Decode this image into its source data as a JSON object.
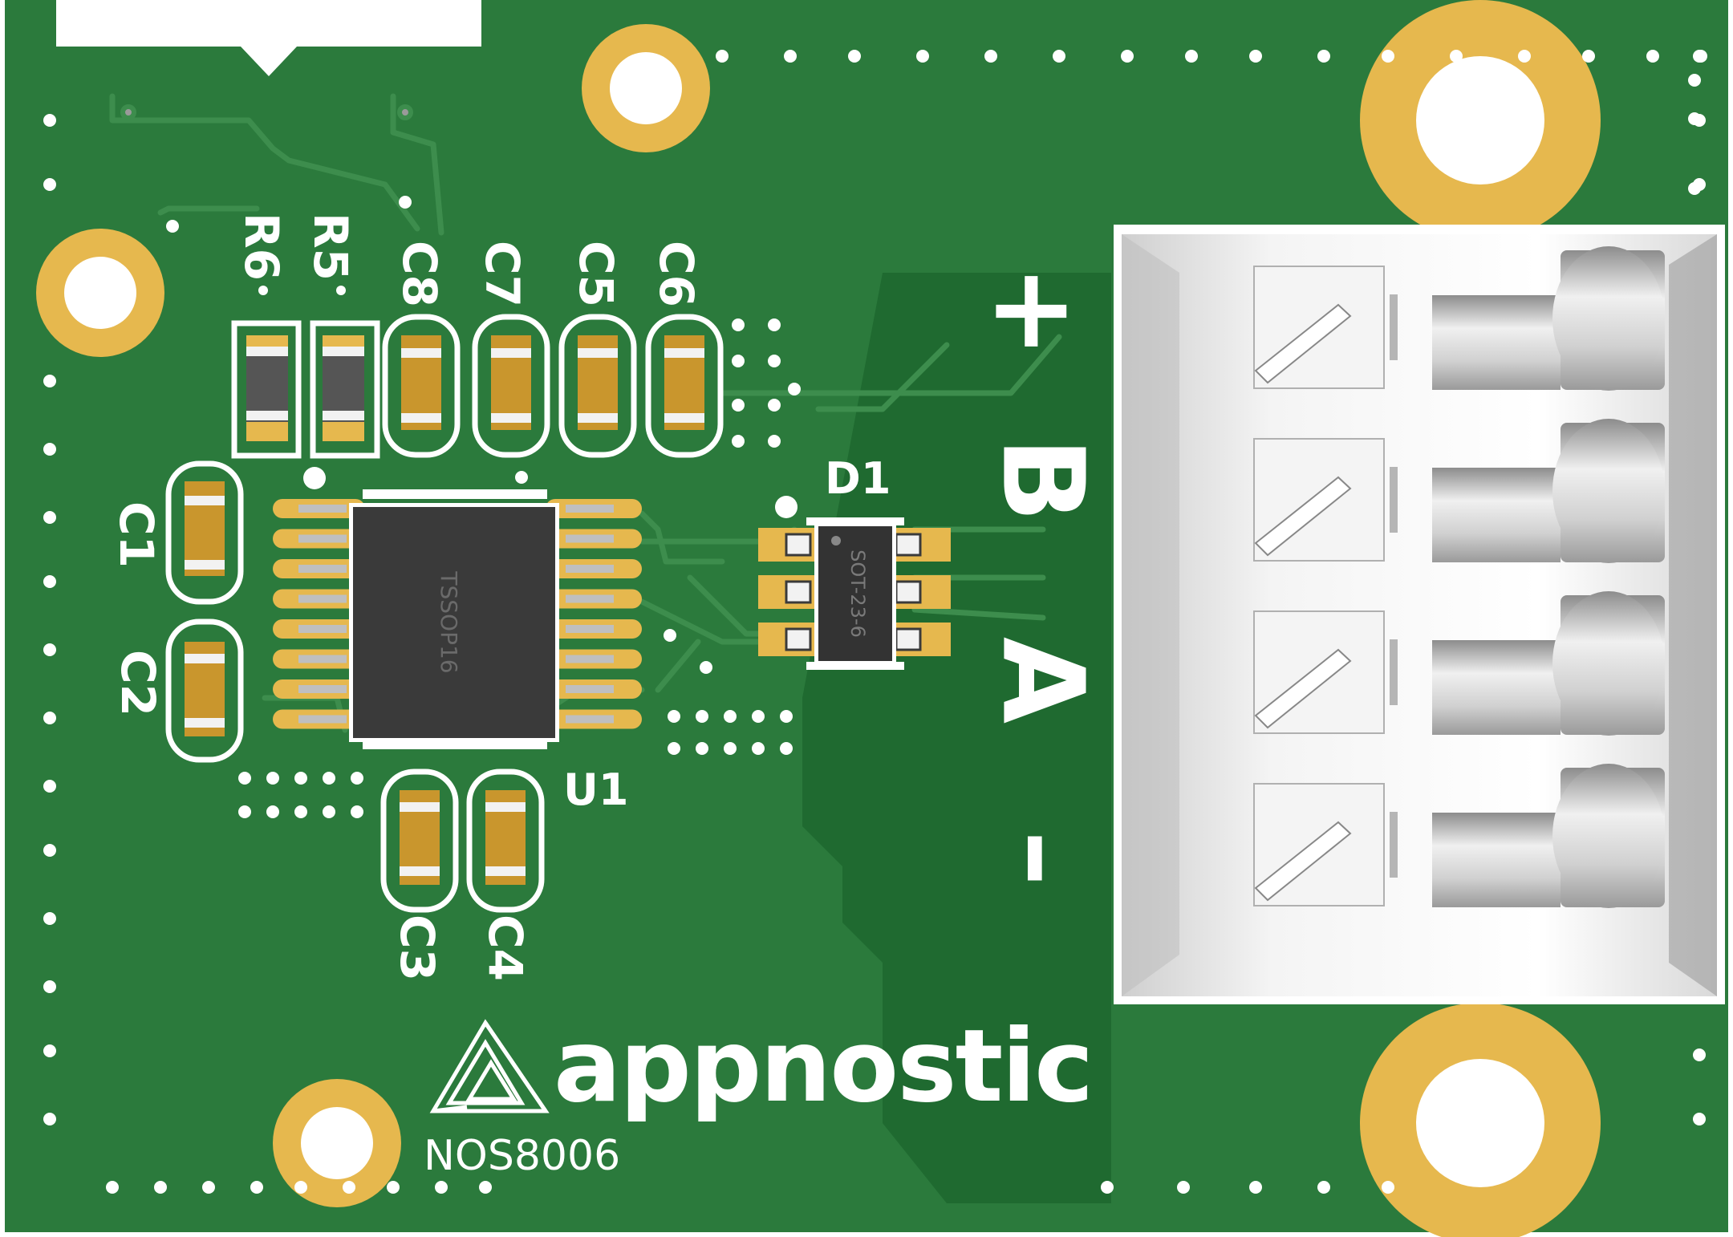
{
  "board": {
    "brand": "appnostic",
    "part_number": "NOS8006",
    "colors": {
      "pcb": "#2b7a3c",
      "pcb_dark": "#1f6a30",
      "gold": "#e6b84e",
      "silkscreen": "#ffffff",
      "chip": "#3a3a3a"
    },
    "icons": [
      "penrose-triangle-logo-icon",
      "mounting-hole",
      "terminal-screw-icon"
    ]
  },
  "labels": {
    "r6": "R6",
    "r5": "R5",
    "c8": "C8",
    "c7": "C7",
    "c5": "C5",
    "c6": "C6",
    "c1": "C1",
    "c2": "C2",
    "c3": "C3",
    "c4": "C4",
    "u1": "U1",
    "d1": "D1",
    "u1_package": "TSSOP16",
    "d1_package": "SOT-23-6"
  },
  "terminal": {
    "pins": [
      "+",
      "B",
      "A",
      "–"
    ]
  }
}
